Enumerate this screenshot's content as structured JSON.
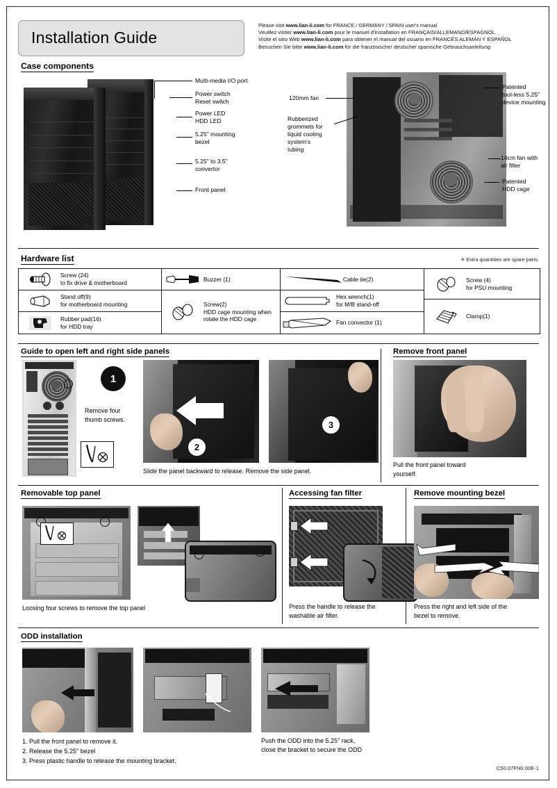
{
  "document": {
    "title": "Installation Guide",
    "footer_code": "C50.07FN0.00E-1"
  },
  "language_notes": [
    {
      "pre": "Please visit ",
      "url": "www.lian-li.com",
      "post": " for FRANCE / GERMANY / SPAIN user's manual"
    },
    {
      "pre": "Veuillez visiter ",
      "url": "www.lian-li.com",
      "post": " pour le manuel d'installation en FRANÇAIS/ALLEMAND/ESPAGNOL."
    },
    {
      "pre": "Visite el sitio Web ",
      "url": "www.lian-li.com",
      "post": " para obtener el manual del usuario en FRANCÉS ALEMÁN Y ESPAÑOL"
    },
    {
      "pre": "Besuchen Sie bitte ",
      "url": "www.lian-li.com",
      "post": " für die französische/ deutsche/ spanische Gebrauchsanleitung"
    }
  ],
  "sections": {
    "case_components": {
      "heading": "Case components",
      "front_labels": [
        "Multi-media I/O port",
        "Power switch",
        "Reset switch",
        "Power LED",
        "HDD LED",
        "5.25\" mounting",
        "bezel",
        "5.25\" to 3.5\"",
        "convertor",
        "Front panel"
      ],
      "left_callouts": [
        {
          "text": "Multi-media I/O port"
        },
        {
          "text": "Power switch"
        },
        {
          "text": "Reset switch"
        },
        {
          "text": "Power LED"
        },
        {
          "text": "HDD LED"
        },
        {
          "text": "5.25\" mounting\nbezel"
        },
        {
          "text": "5.25\" to 3.5\"\nconvertor"
        },
        {
          "text": "Front panel"
        }
      ],
      "interior_left_labels": [
        "120mm fan",
        "Rubberized",
        "grommets for",
        "liquid cooling",
        "system's",
        "tubing"
      ],
      "interior_right_labels": [
        "Patented",
        "tool-less 5.25\"",
        "device mounting",
        "14cm fan with",
        "air filter",
        "Patented",
        "HDD cage"
      ]
    },
    "hardware_list": {
      "heading": "Hardware list",
      "note": "✳ Extra quantities are spare parts.",
      "items": [
        {
          "icon": "screw-icon",
          "lines": [
            "Screw (24)",
            "to fix drive  &  motherboard"
          ],
          "col": 1
        },
        {
          "icon": "standoff-icon",
          "lines": [
            "Stand off(9)",
            "for motherboard mounting"
          ],
          "col": 1
        },
        {
          "icon": "rubber-pad-icon",
          "lines": [
            "Rubber pad(16)",
            "for HDD tray"
          ],
          "col": 1
        },
        {
          "icon": "buzzer-icon",
          "lines": [
            "Buzzer  (1)"
          ],
          "col": 2
        },
        {
          "icon": "screw2-icon",
          "lines": [
            "Screw(2)",
            "HDD cage mounting when",
            "rotate the HDD cage"
          ],
          "col": 2
        },
        {
          "icon": "cable-tie-icon",
          "lines": [
            "Cable tie(2)"
          ],
          "col": 3
        },
        {
          "icon": "hex-wrench-icon",
          "lines": [
            "Hex wrench(1)",
            "for M/B stand-off"
          ],
          "col": 3
        },
        {
          "icon": "fan-convector-icon",
          "lines": [
            "Fan convector (1)"
          ],
          "col": 3
        },
        {
          "icon": "screw4-icon",
          "lines": [
            "Screw (4)",
            "for PSU mounting"
          ],
          "col": 4
        },
        {
          "icon": "clamp-icon",
          "lines": [
            "Clamp(1)"
          ],
          "col": 4
        }
      ]
    },
    "side_panels": {
      "heading": "Guide to open left and right side panels",
      "step1_label": "1",
      "step2_label": "2",
      "step3_label": "3",
      "note_line1": "Remove four",
      "note_line2": "thumb screws.",
      "caption": "Slide the panel backward to release. Remove the side panel."
    },
    "front_panel": {
      "heading": "Remove front panel",
      "caption_line1": "Pull the front panel toward",
      "caption_line2": "yourself."
    },
    "top_panel": {
      "heading": "Removable top panel",
      "caption": "Loosing  four screws to remove the top panel"
    },
    "fan_filter": {
      "heading": "Accessing fan filter",
      "caption_line1": "Press the handle to release the",
      "caption_line2": "washable air filter."
    },
    "mounting_bezel": {
      "heading": "Remove mounting bezel",
      "caption_line1": "Press the right and left side of the",
      "caption_line2": "bezel to remove."
    },
    "odd_installation": {
      "heading": "ODD installation",
      "steps": [
        "1. Pull the front panel to remove it.",
        "2. Release the 5.25\" bezel",
        "3. Press plastic handle to release the mounting bracket."
      ],
      "right_caption_line1": "Push the ODD into the 5.25\" rack,",
      "right_caption_line2": "close the bracket to secure the ODD"
    }
  },
  "colors": {
    "rule": "#1a1a1a",
    "title_bg": "#e3e3e3",
    "text": "#000000"
  }
}
